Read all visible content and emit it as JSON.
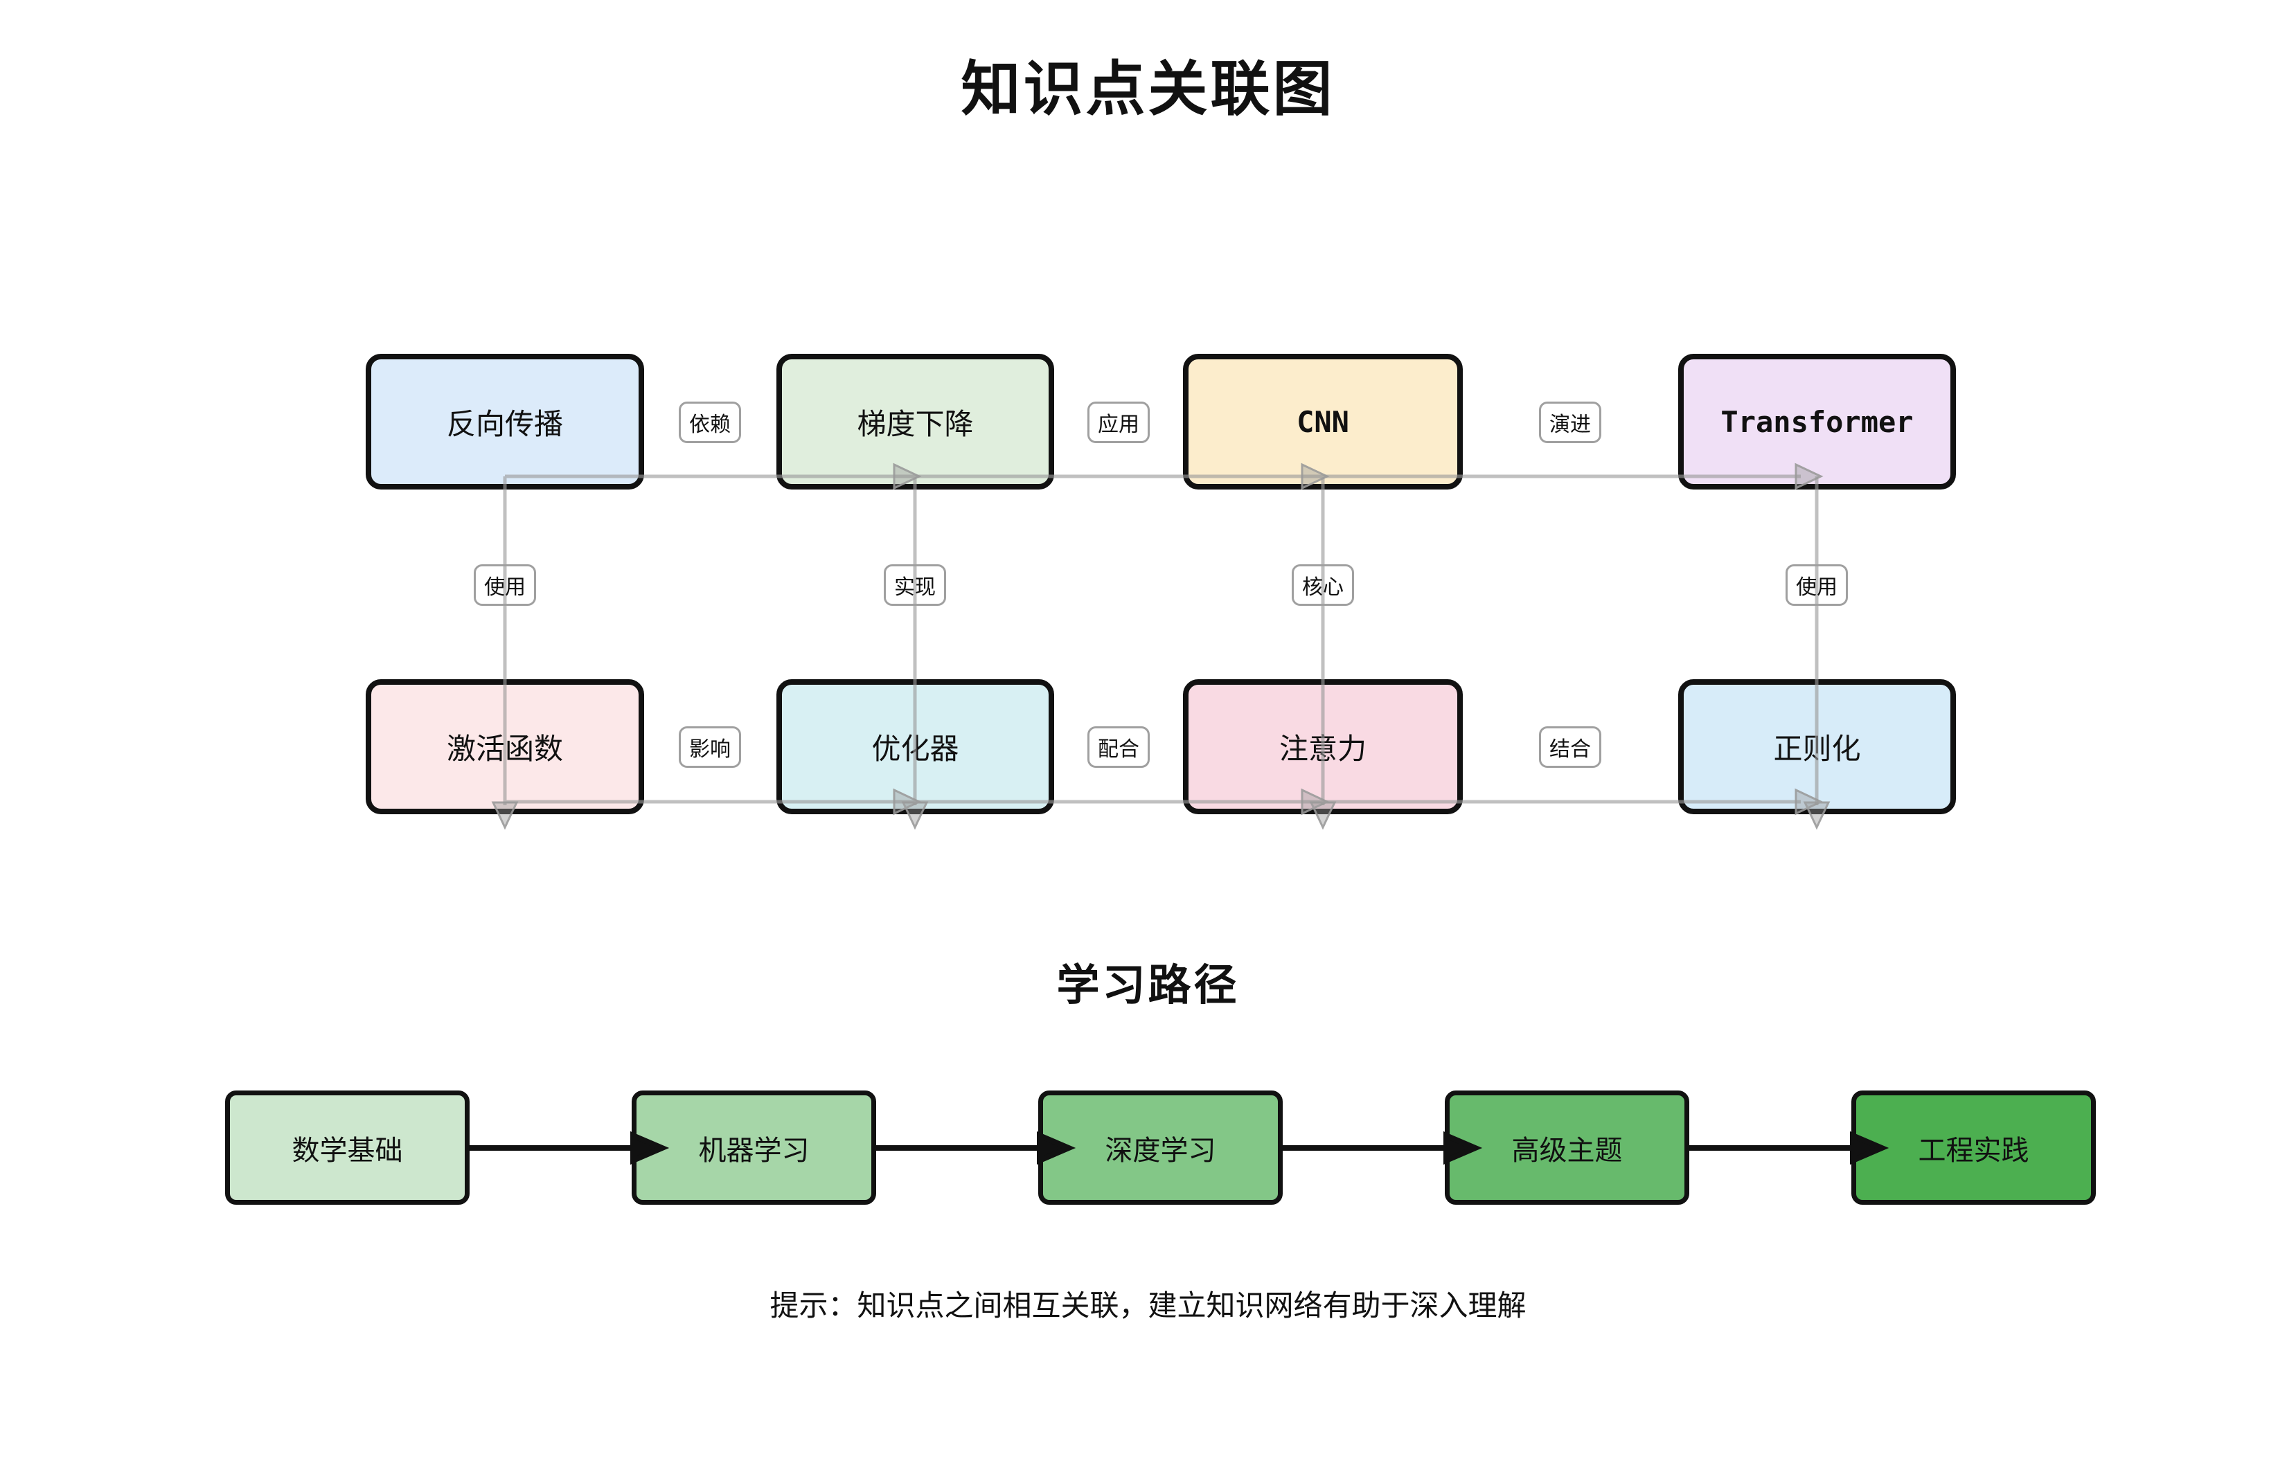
{
  "title": "知识点关联图",
  "mindmap": {
    "nodes": [
      {
        "label": "反向传播",
        "fill": "#dcebfa"
      },
      {
        "label": "梯度下降",
        "fill": "#e0eedd"
      },
      {
        "label": "CNN",
        "fill": "#fcedcc"
      },
      {
        "label": "Transformer",
        "fill": "#f0e0f6"
      },
      {
        "label": "激活函数",
        "fill": "#fce8e9"
      },
      {
        "label": "优化器",
        "fill": "#d8f0f3"
      },
      {
        "label": "注意力",
        "fill": "#f9dae3"
      },
      {
        "label": "正则化",
        "fill": "#d7ecf9"
      }
    ],
    "edge_labels": {
      "row1": [
        "依赖",
        "应用",
        "演进"
      ],
      "vertical": [
        "使用",
        "实现",
        "核心",
        "使用"
      ],
      "row2": [
        "影响",
        "配合",
        "结合"
      ]
    }
  },
  "learning_path": {
    "title": "学习路径",
    "steps": [
      {
        "label": "数学基础",
        "fill": "#cde7ce"
      },
      {
        "label": "机器学习",
        "fill": "#a6d6a8"
      },
      {
        "label": "深度学习",
        "fill": "#83c787"
      },
      {
        "label": "高级主题",
        "fill": "#67ba6c"
      },
      {
        "label": "工程实践",
        "fill": "#4caf50"
      }
    ]
  },
  "hint": "提示：知识点之间相互关联，建立知识网络有助于深入理解",
  "colors": {
    "edge_gray": "#9a9a9a",
    "arrow_black": "#111111",
    "node_border": "#111111",
    "label_border": "#a0a0a0",
    "background": "#ffffff"
  }
}
